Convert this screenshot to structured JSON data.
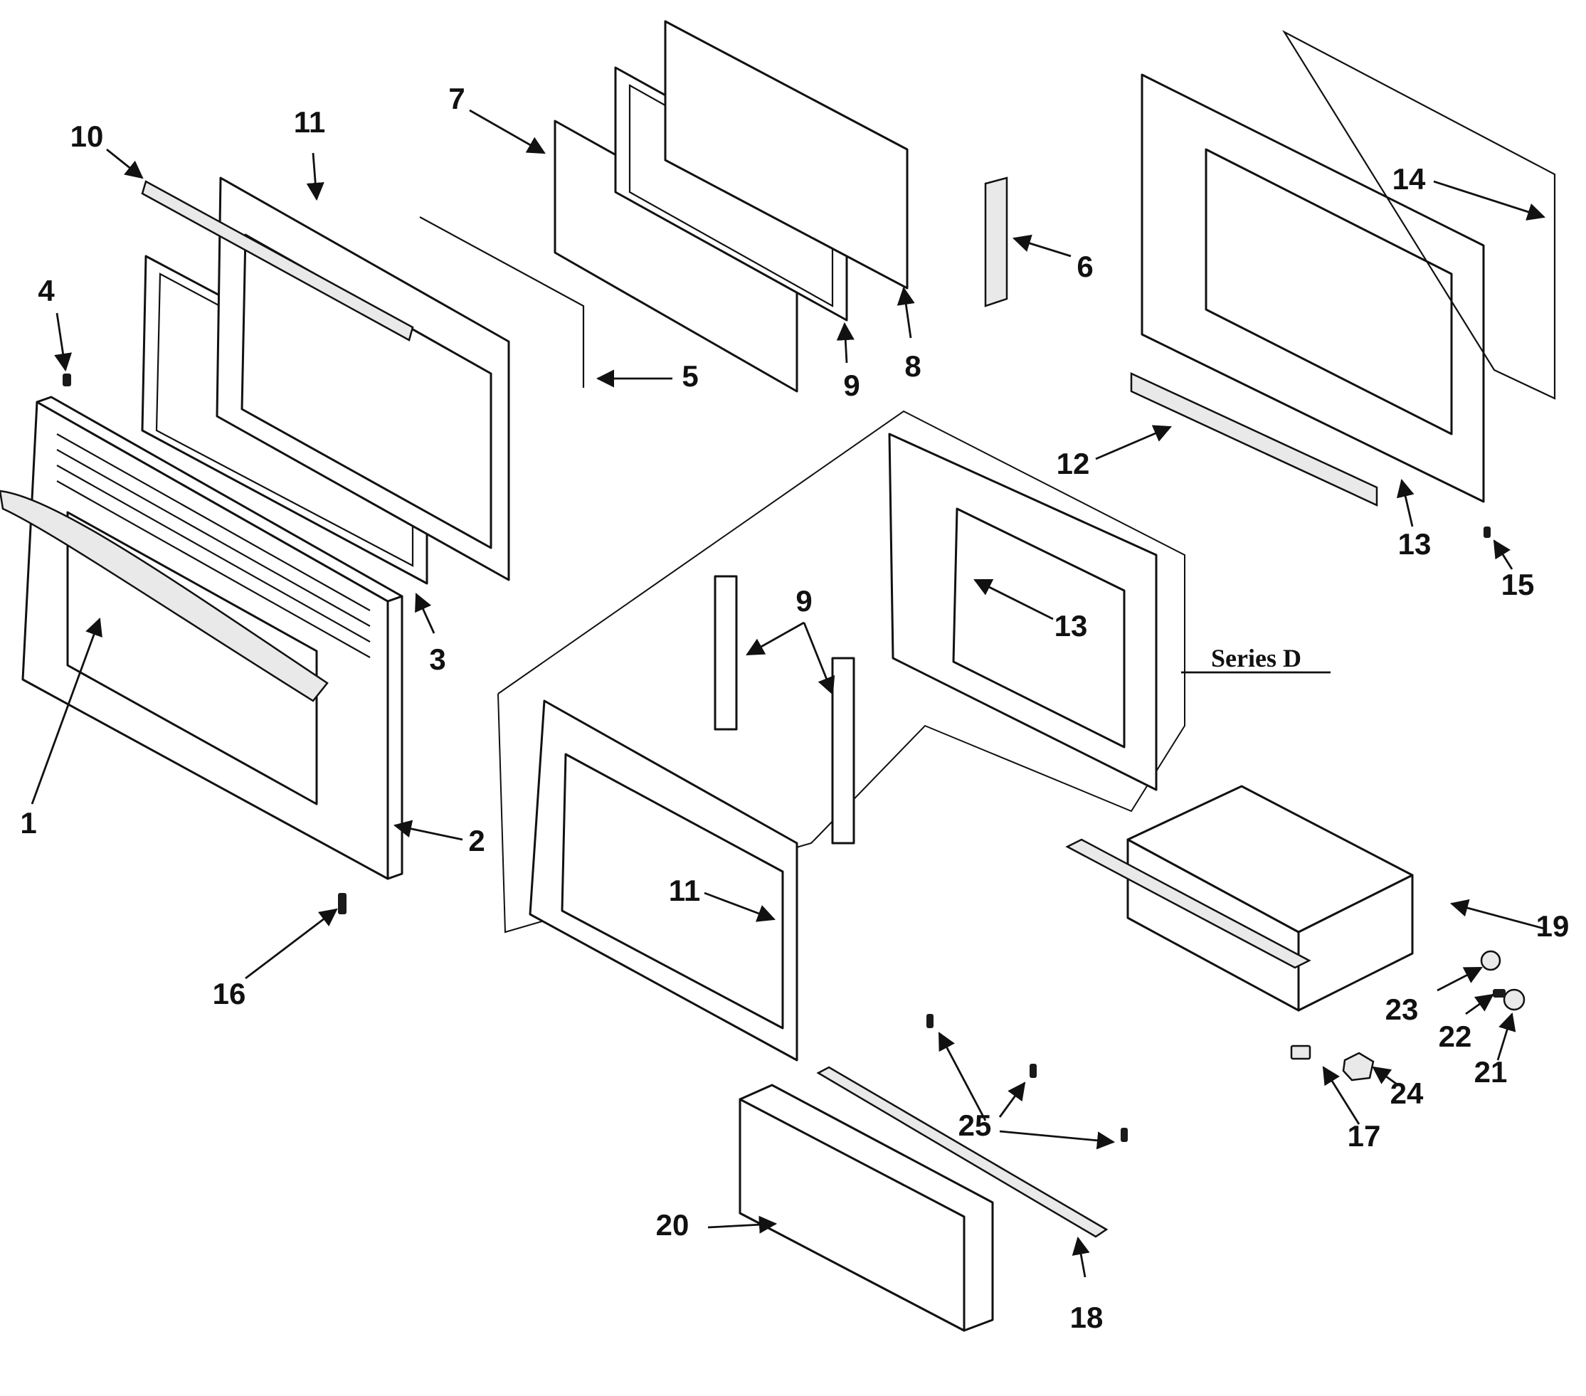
{
  "series_label": "Series D",
  "callouts": [
    {
      "id": "c1",
      "label": "1"
    },
    {
      "id": "c2",
      "label": "2"
    },
    {
      "id": "c3",
      "label": "3"
    },
    {
      "id": "c4",
      "label": "4"
    },
    {
      "id": "c5",
      "label": "5"
    },
    {
      "id": "c6",
      "label": "6"
    },
    {
      "id": "c7",
      "label": "7"
    },
    {
      "id": "c8",
      "label": "8"
    },
    {
      "id": "c9a",
      "label": "9"
    },
    {
      "id": "c9b",
      "label": "9"
    },
    {
      "id": "c10",
      "label": "10"
    },
    {
      "id": "c11a",
      "label": "11"
    },
    {
      "id": "c11b",
      "label": "11"
    },
    {
      "id": "c12",
      "label": "12"
    },
    {
      "id": "c13a",
      "label": "13"
    },
    {
      "id": "c13b",
      "label": "13"
    },
    {
      "id": "c14",
      "label": "14"
    },
    {
      "id": "c15",
      "label": "15"
    },
    {
      "id": "c16",
      "label": "16"
    },
    {
      "id": "c17",
      "label": "17"
    },
    {
      "id": "c18",
      "label": "18"
    },
    {
      "id": "c19",
      "label": "19"
    },
    {
      "id": "c20",
      "label": "20"
    },
    {
      "id": "c21",
      "label": "21"
    },
    {
      "id": "c22",
      "label": "22"
    },
    {
      "id": "c23",
      "label": "23"
    },
    {
      "id": "c24",
      "label": "24"
    },
    {
      "id": "c25",
      "label": "25"
    }
  ]
}
